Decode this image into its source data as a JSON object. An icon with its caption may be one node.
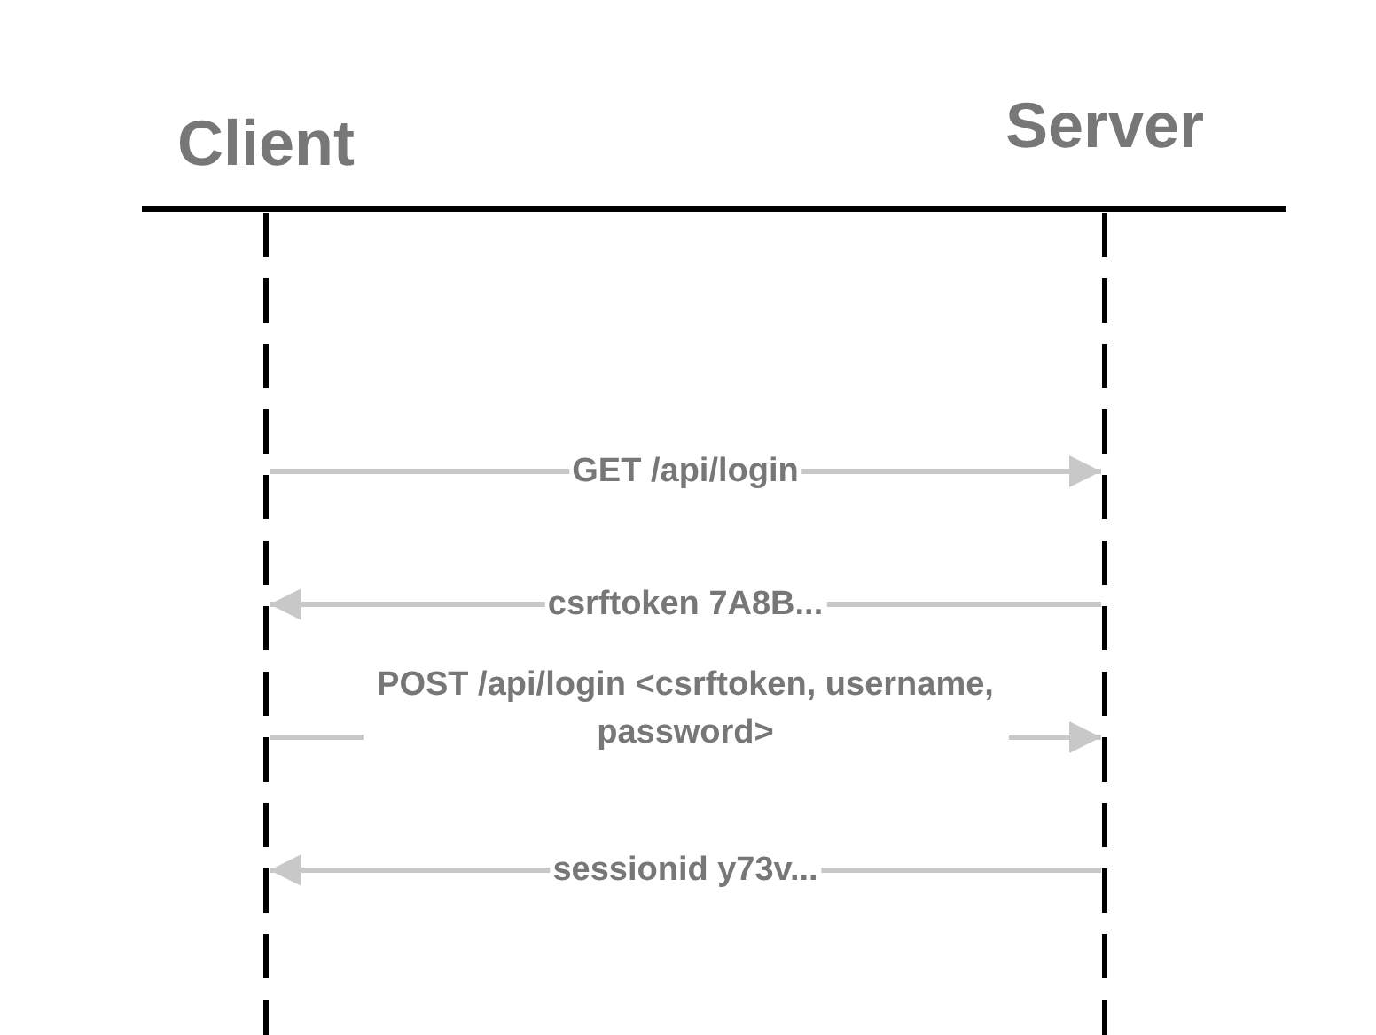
{
  "diagram": {
    "nodes": [
      {
        "text": [
          "Client"
        ]
      },
      {
        "text": [
          "Server"
        ]
      }
    ],
    "edges": [
      {
        "from": 0,
        "to": 1,
        "arrow": "to",
        "label": "GET /api/login"
      },
      {
        "from": 1,
        "to": 0,
        "arrow": "to",
        "label": "csrftoken 7A8B..."
      },
      {
        "from": 0,
        "to": 1,
        "arrow": "to",
        "label": "POST /api/login <csrftoken, username, password>"
      },
      {
        "from": 1,
        "to": 0,
        "arrow": "to",
        "label": "sessionid y73v..."
      }
    ]
  }
}
